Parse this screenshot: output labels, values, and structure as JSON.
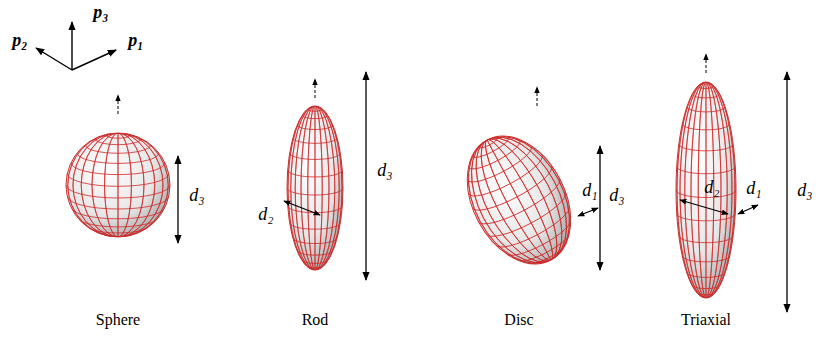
{
  "diagram": {
    "labels": [
      "p₃",
      "p₂",
      "p₁",
      "d₃",
      "d₂",
      "d₃",
      "d₁",
      "d₃",
      "d₂",
      "d₁",
      "d₃",
      "Sphere",
      "Rod",
      "Disc",
      "Triaxial"
    ]
  }
}
